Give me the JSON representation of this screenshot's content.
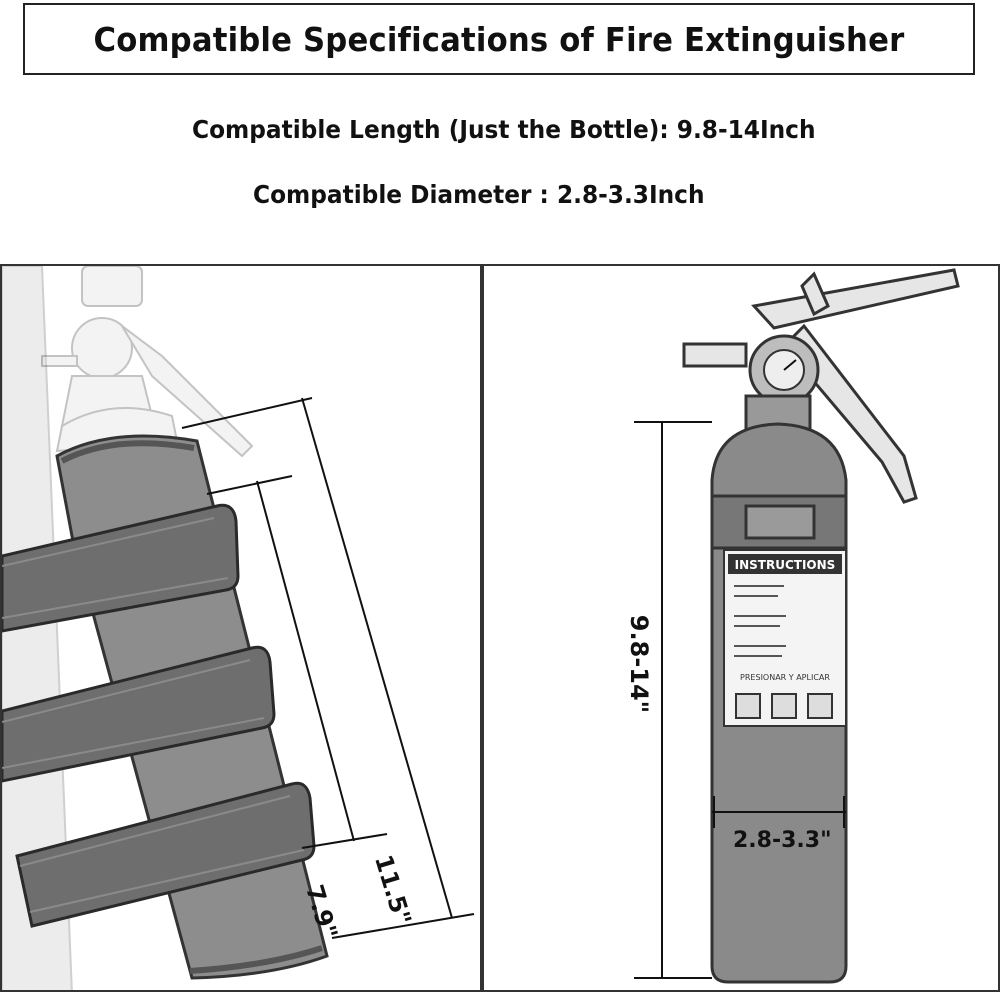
{
  "header": {
    "title": "Compatible Specifications of Fire Extinguisher"
  },
  "specs": {
    "length": "Compatible Length (Just the Bottle): 9.8-14Inch",
    "diameter": "Compatible Diameter : 2.8-3.3Inch"
  },
  "left_panel": {
    "dim_long": "11.5\"",
    "dim_short": "7.9\""
  },
  "right_panel": {
    "dim_height": "9.8-14\"",
    "dim_diameter": "2.8-3.3\"",
    "label_instructions": "INSTRUCTIONS",
    "label_bottom": "PRESIONAR Y APLICAR"
  }
}
